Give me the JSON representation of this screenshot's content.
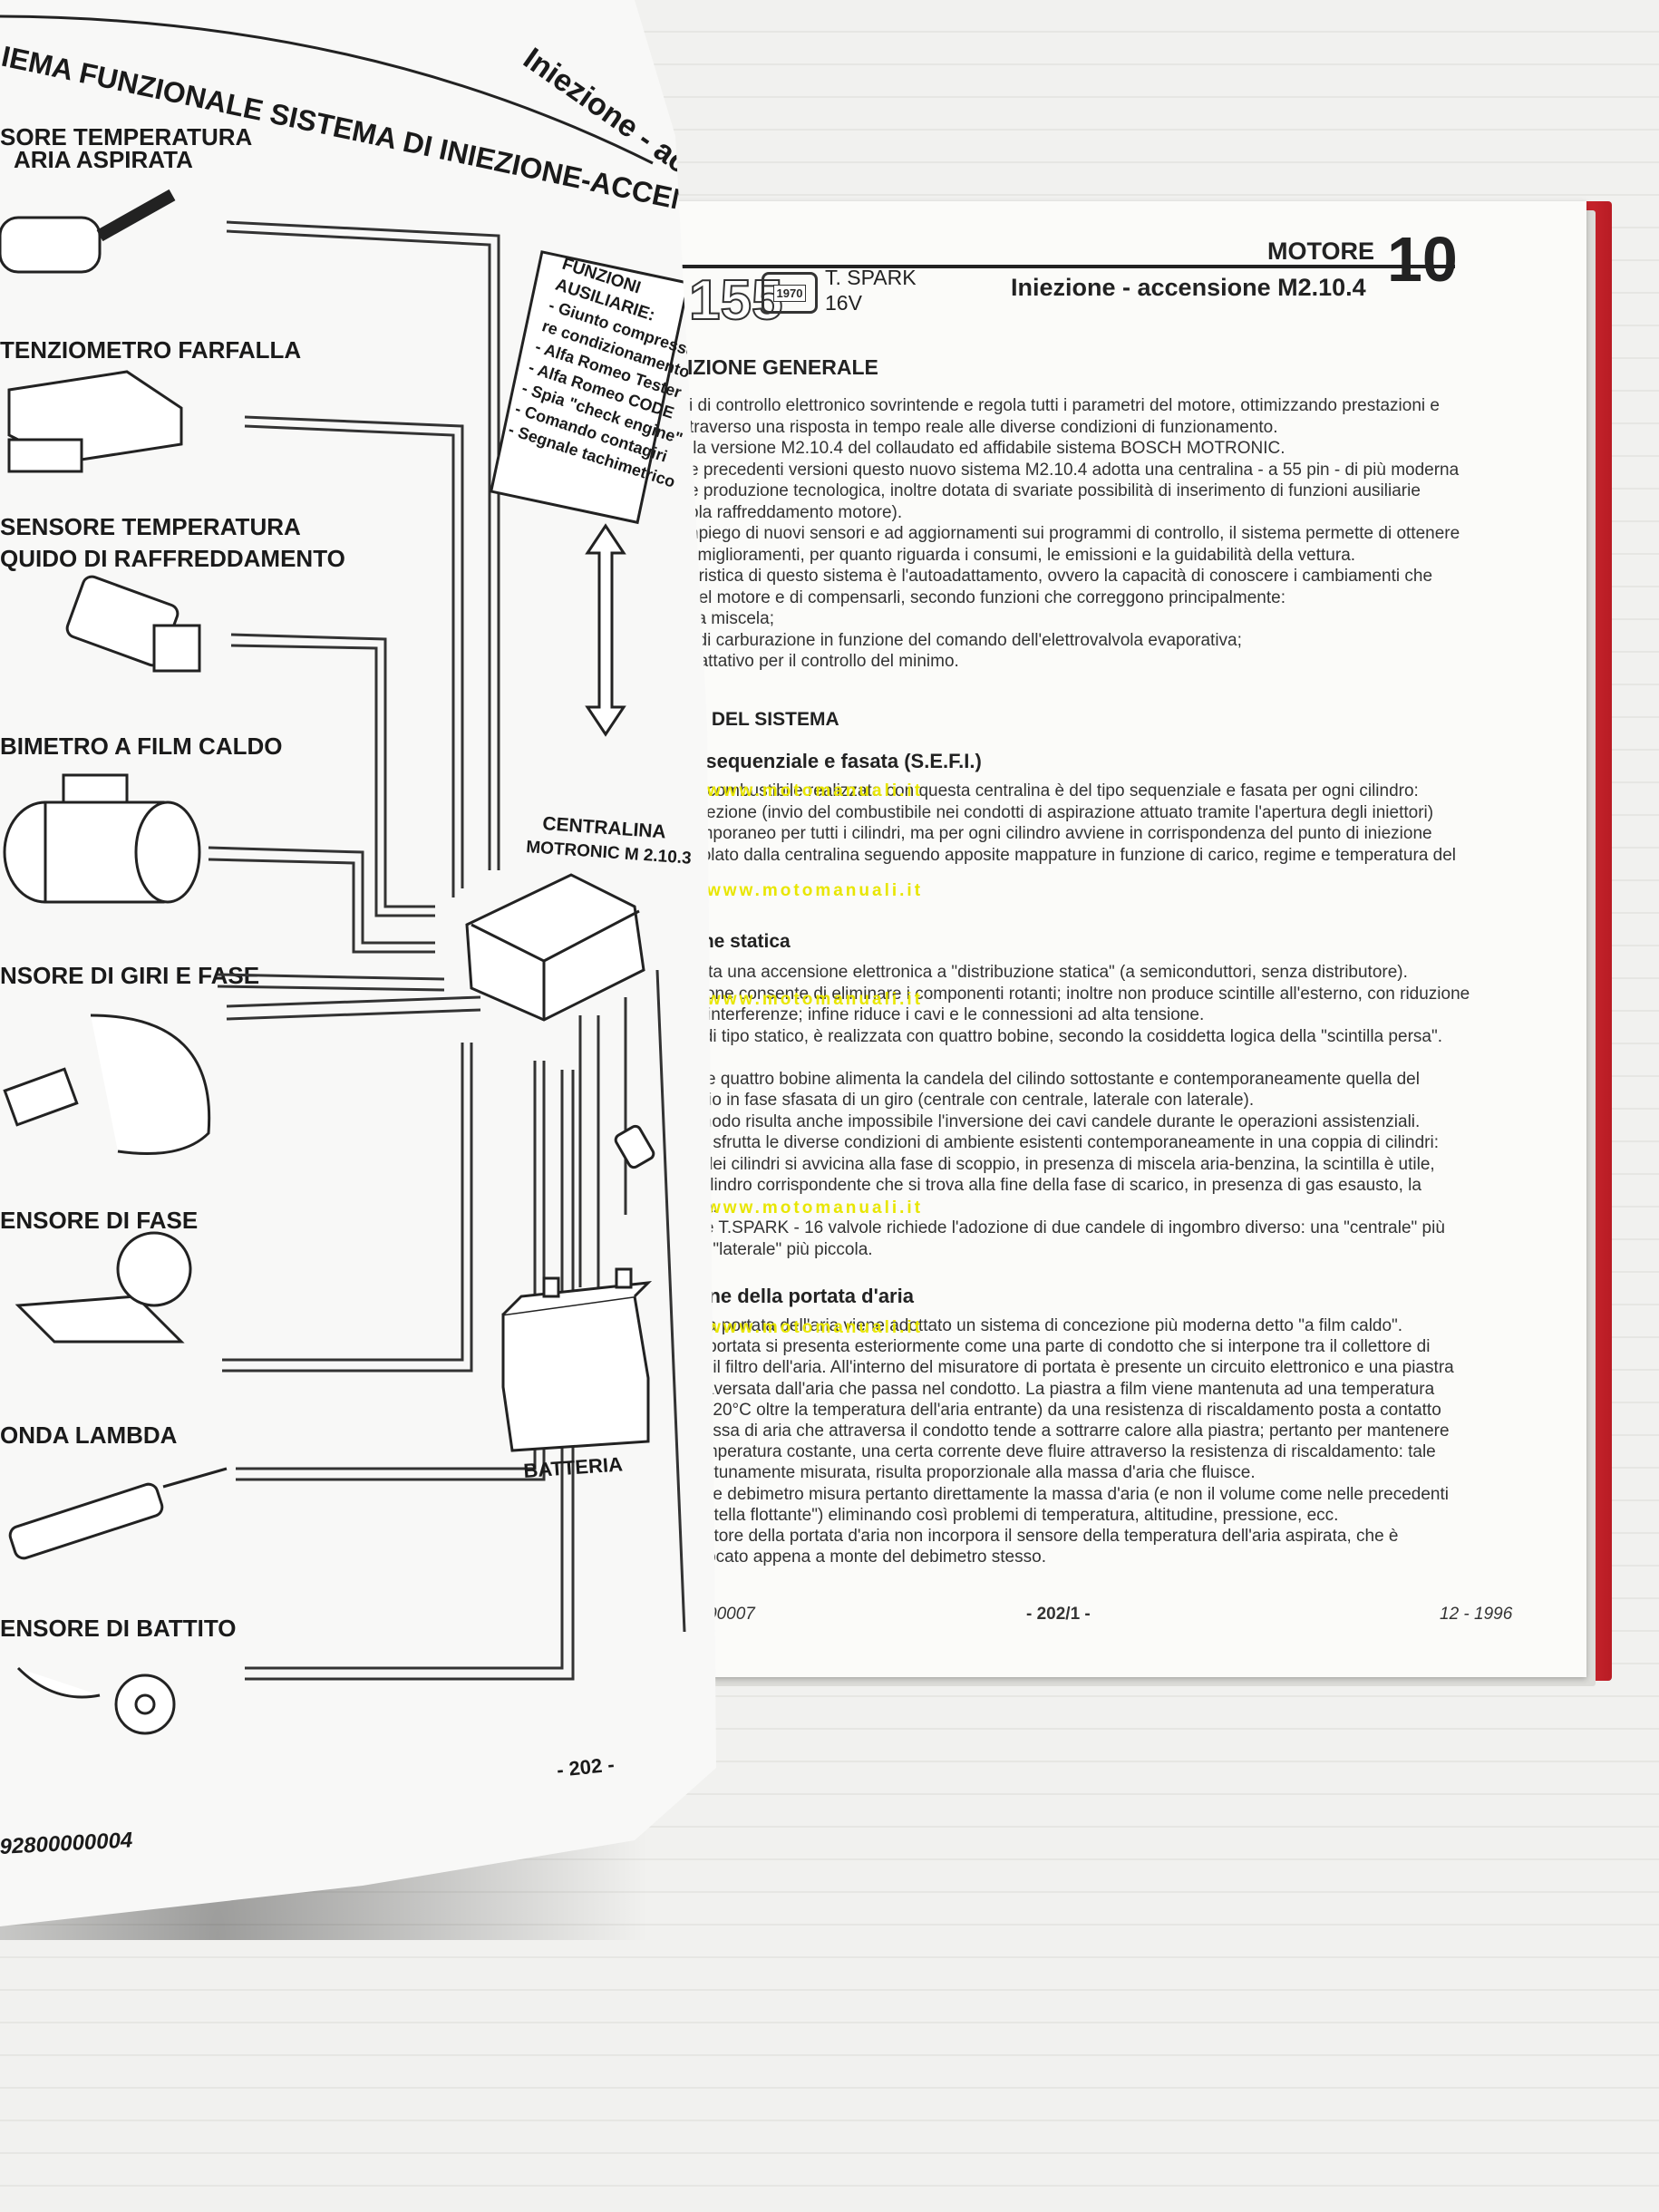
{
  "left_page": {
    "title": "IEMA FUNZIONALE SISTEMA DI INIEZIONE-ACCENSIONE",
    "header_tab": "Iniezione - accensione",
    "labels": [
      "SORE TEMPERATURA",
      "ARIA ASPIRATA",
      "TENZIOMETRO FARFALLA",
      "SENSORE TEMPERATURA",
      "QUIDO DI RAFFREDDAMENTO",
      "BIMETRO A FILM CALDO",
      "NSORE DI GIRI E FASE",
      "ENSORE DI FASE",
      "ONDA LAMBDA",
      "ENSORE DI BATTITO"
    ],
    "functions_box": [
      "FUNZIONI",
      "AUSILIARIE:",
      "- Giunto compressore",
      "re condizionamento",
      "- Alfa Romeo Tester",
      "- Alfa Romeo CODE",
      "- Spia \"check engine\"",
      "- Comando contagiri",
      "- Segnale tachimetrico"
    ],
    "ecu_label": [
      "CENTRALINA",
      "MOTRONIC M 2.10.3"
    ],
    "battery_label": "BATTERIA",
    "page_number": "- 202 -",
    "doc_code": "92800000004"
  },
  "right_page": {
    "logo_number": "155",
    "logo_badge": "1970",
    "model": [
      "T. SPARK",
      "16V"
    ],
    "chapter_title": "MOTORE",
    "chapter_number": "10",
    "subtitle": "Iniezione - accensione M2.10.4",
    "section1_title": "IZIONE GENERALE",
    "section1_lines": [
      "i di controllo elettronico sovrintende e regola tutti i parametri del motore, ottimizzando prestazioni e",
      "traverso una risposta in tempo reale alle diverse condizioni di funzionamento.",
      "lla versione M2.10.4 del collaudato ed affidabile sistema BOSCH MOTRONIC.",
      "e precedenti versioni questo nuovo sistema M2.10.4 adotta una centralina - a 55 pin - di più moderna",
      "e produzione tecnologica, inoltre dotata di svariate possibilità di inserimento di funzioni ausiliarie",
      "ola raffreddamento motore).",
      "npiego di nuovi sensori e ad aggiornamenti sui programmi di controllo, il sistema permette di ottenere",
      "i miglioramenti, per quanto riguarda i consumi, le emissioni e la guidabilità della vettura.",
      "eristica di questo sistema è l'autoadattamento, ovvero la capacità di conoscere i cambiamenti che",
      " nel motore e di compensarli, secondo funzioni che correggono principalmente:",
      "lla miscela;",
      "i di carburazione in funzione del comando dell'elettrovalvola evaporativa;",
      "dattativo per il controllo del minimo."
    ],
    "section2_title": "NI DEL SISTEMA",
    "sub1_title": "e sequenziale e fasata (S.E.F.I.)",
    "sub1_lines": [
      " di combustibile realizzata con questa centralina è del tipo sequenziale e fasata per ogni cilindro:",
      "iniezione (invio del combustibile nei condotti di aspirazione attuato tramite l'apertura degli iniettori)",
      "emporaneo per tutti i cilindri, ma per ogni cilindro avviene in corrispondenza del punto di iniezione",
      "lcolato dalla centralina seguendo apposite mappature in funzione di carico, regime e temperatura del"
    ],
    "sub2_title": "one statica",
    "sub2_lines": [
      "ttata una accensione elettronica a \"distribuzione statica\" (a semiconduttori, senza distributore).",
      "izione consente di eliminare i componenti rotanti; inoltre non produce scintille all'esterno, con riduzione",
      "di interferenze; infine riduce i cavi e le connessioni ad alta tensione.",
      "e di tipo statico, è realizzata con quattro bobine, secondo la cosiddetta logica della \"scintilla persa\".",
      "",
      "elle quattro bobine alimenta la candela del cilindo sottostante e contemporaneamente quella del",
      "ppio in fase sfasata di un giro (centrale con centrale, laterale con laterale).",
      "l modo risulta anche impossibile l'inversione dei cavi candele durante le operazioni assistenziali.",
      "ne sfrutta le diverse condizioni di ambiente esistenti contemporaneamente in una coppia di cilindri:",
      "o dei cilindri si avvicina alla fase di scoppio, in presenza di miscela aria-benzina, la scintilla è utile,",
      "l cilindro corrispondente che si trova alla fine della fase di scarico, in presenza di gas esausto, la",
      "rsa.",
      "ore T.SPARK - 16 valvole richiede l'adozione di due candele di ingombro diverso: una \"centrale\" più",
      "na \"laterale\" più piccola."
    ],
    "sub3_title": "one della portata d'aria",
    "sub3_lines": [
      "e la portata dell'aria viene adottato un sistema di concezione più moderna detto \"a film caldo\".",
      " di portata si presenta esteriormente come una parte di condotto che si interpone tra il collettore di",
      "ed il filtro dell'aria. All'interno del misuratore di portata è presente un circuito elettronico e una piastra",
      "ttraversata dall'aria che passa nel condotto. La piastra a film viene mantenuta ad una temperatura",
      "a 120°C oltre la temperatura dell'aria entrante) da una resistenza di riscaldamento posta a contatto",
      " massa di aria che attraversa il condotto tende a sottrarre calore alla piastra; pertanto per mantenere",
      " temperatura costante, una certa corrente deve fluire attraverso la resistenza di riscaldamento: tale",
      "portunamente misurata, risulta proporzionale alla massa d'aria che fluisce.",
      "ente debimetro misura pertanto direttamente la massa d'aria (e non il volume come nelle precedenti",
      "portella flottante\") eliminando così problemi di temperatura, altitudine, pressione, ecc.",
      "uratore della portata d'aria non incorpora il sensore della temperatura dell'aria aspirata, che è",
      "ollocato appena a monte del debimetro stesso."
    ],
    "watermark": "www.motomanuali.it",
    "footer_left": "00007",
    "footer_center": "- 202/1 -",
    "footer_right": "12 - 1996"
  }
}
